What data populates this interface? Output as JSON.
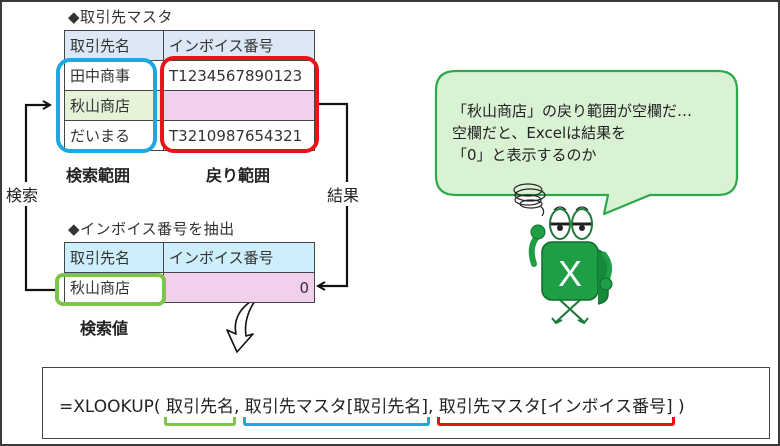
{
  "master_table": {
    "title": "◆取引先マスタ",
    "headers": [
      "取引先名",
      "インボイス番号"
    ],
    "rows": [
      {
        "name": "田中商事",
        "invoice": "T1234567890123"
      },
      {
        "name": "秋山商店",
        "invoice": ""
      },
      {
        "name": "だいまる",
        "invoice": "T3210987654321"
      }
    ],
    "lookup_range_label": "検索範囲",
    "return_range_label": "戻り範囲"
  },
  "extract_table": {
    "title": "◆インボイス番号を抽出",
    "headers": [
      "取引先名",
      "インボイス番号"
    ],
    "rows": [
      {
        "name": "秋山商店",
        "invoice": "0"
      }
    ],
    "lookup_value_label": "検索値"
  },
  "flow": {
    "search_label": "検索",
    "result_label": "結果"
  },
  "speech_bubble": {
    "lines": [
      "「秋山商店」の戻り範囲が空欄だ…",
      "空欄だと、Excelは結果を",
      "「0」と表示するのか"
    ]
  },
  "character": {
    "icon_letter": "X"
  },
  "formula": {
    "prefix": "=XLOOKUP(",
    "arg1": "取引先名",
    "sep1": ",",
    "arg2": "取引先マスタ[取引先名]",
    "sep2": ",",
    "arg3": "取引先マスタ[インボイス番号]",
    "suffix": ")"
  },
  "colors": {
    "lookup_value": "#7cc44a",
    "lookup_range": "#1ea7e1",
    "return_range": "#e8141a",
    "empty_cell": "#f1d0ee",
    "header_master": "#dce8f5",
    "header_extract": "#cdeefb",
    "bubble_fill": "#d9f2d3",
    "bubble_border": "#2da84b",
    "excel_green": "#1e9e45"
  }
}
